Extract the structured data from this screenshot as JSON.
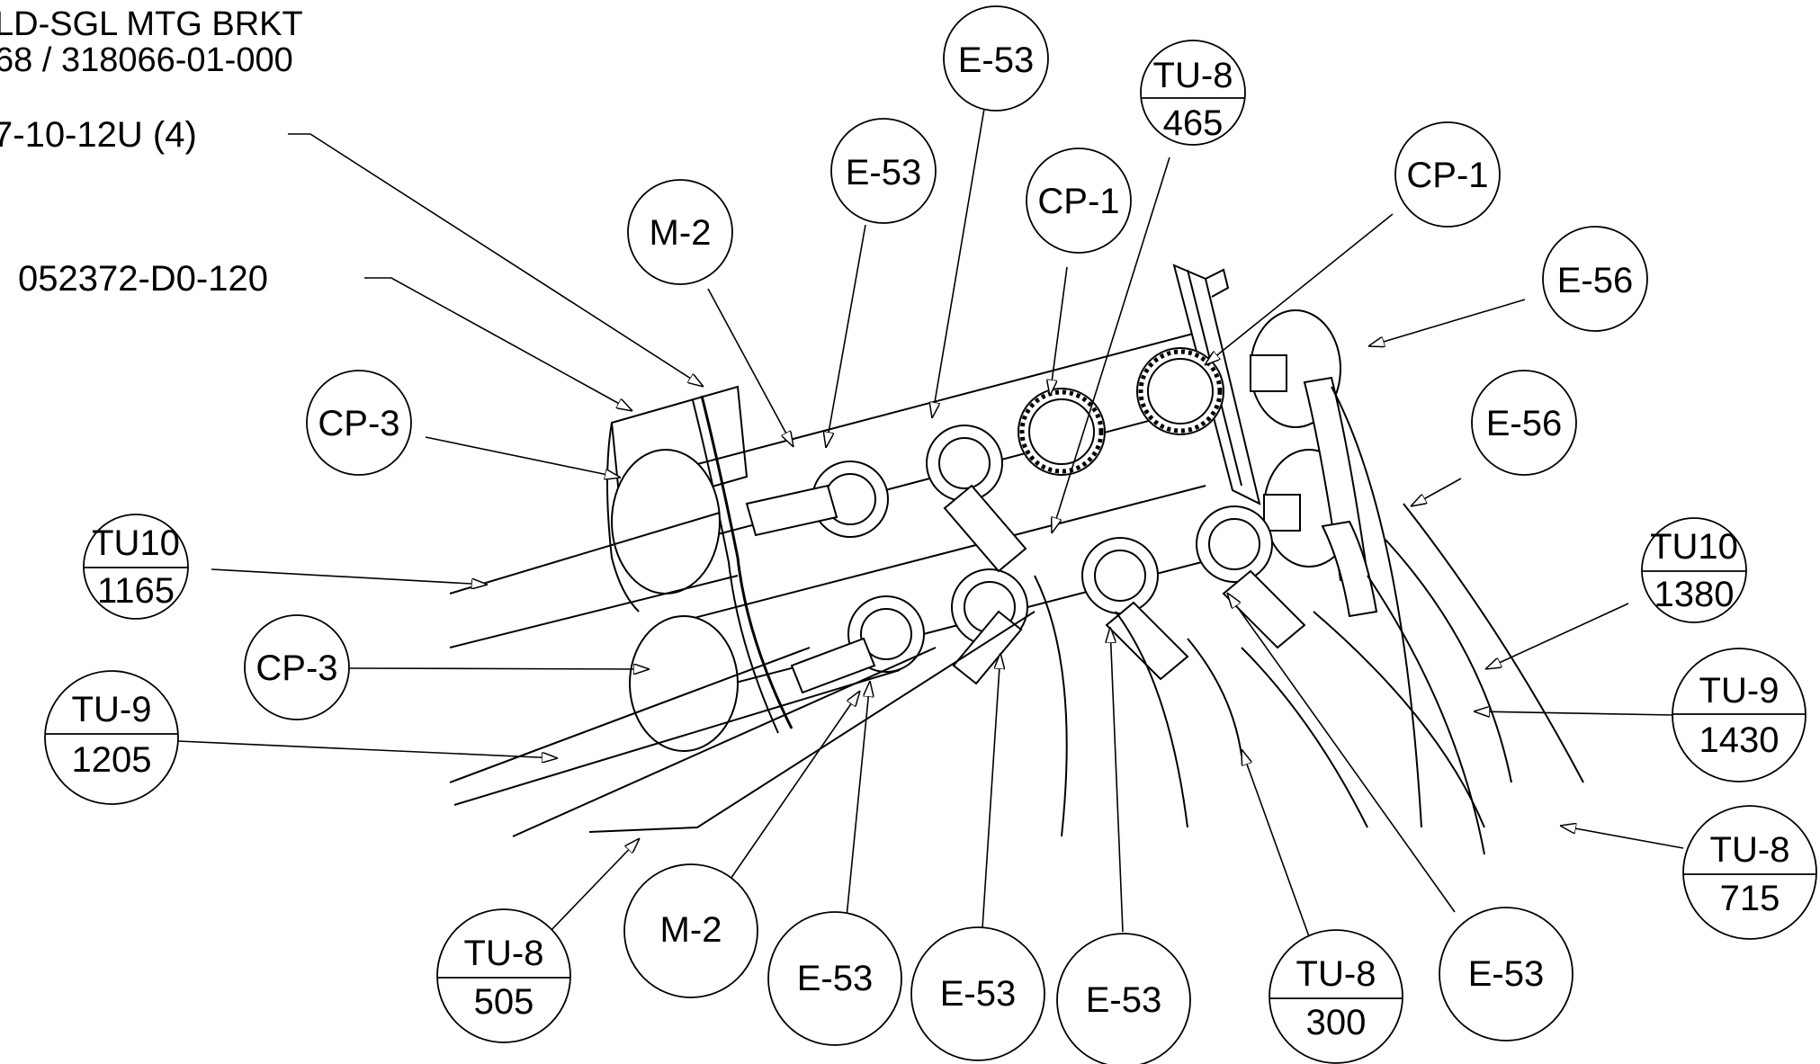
{
  "title_block": {
    "line1": "LD-SGL MTG BRKT",
    "line2": "68 / 318066-01-000",
    "hardware_label": "7-10-12U (4)",
    "part_number_label": "052372-D0-120"
  },
  "balloons": [
    {
      "id": "b1",
      "text": "E-53"
    },
    {
      "id": "b2",
      "top": "TU-8",
      "bottom": "465"
    },
    {
      "id": "b3",
      "text": "E-53"
    },
    {
      "id": "b4",
      "text": "CP-1"
    },
    {
      "id": "b5",
      "text": "CP-1"
    },
    {
      "id": "b6",
      "text": "M-2"
    },
    {
      "id": "b7",
      "text": "E-56"
    },
    {
      "id": "b8",
      "text": "CP-3"
    },
    {
      "id": "b9",
      "text": "E-56"
    },
    {
      "id": "b10",
      "top": "TU10",
      "bottom": "1165"
    },
    {
      "id": "b11",
      "top": "TU10",
      "bottom": "1380"
    },
    {
      "id": "b12",
      "text": "CP-3"
    },
    {
      "id": "b13",
      "top": "TU-9",
      "bottom": "1205"
    },
    {
      "id": "b14",
      "top": "TU-9",
      "bottom": "1430"
    },
    {
      "id": "b15",
      "top": "TU-8",
      "bottom": "715"
    },
    {
      "id": "b16",
      "text": "M-2"
    },
    {
      "id": "b17",
      "top": "TU-8",
      "bottom": "505"
    },
    {
      "id": "b18",
      "text": "E-53"
    },
    {
      "id": "b19",
      "text": "E-53"
    },
    {
      "id": "b20",
      "text": "E-53"
    },
    {
      "id": "b21",
      "top": "TU-8",
      "bottom": "300"
    },
    {
      "id": "b22",
      "text": "E-53"
    }
  ]
}
